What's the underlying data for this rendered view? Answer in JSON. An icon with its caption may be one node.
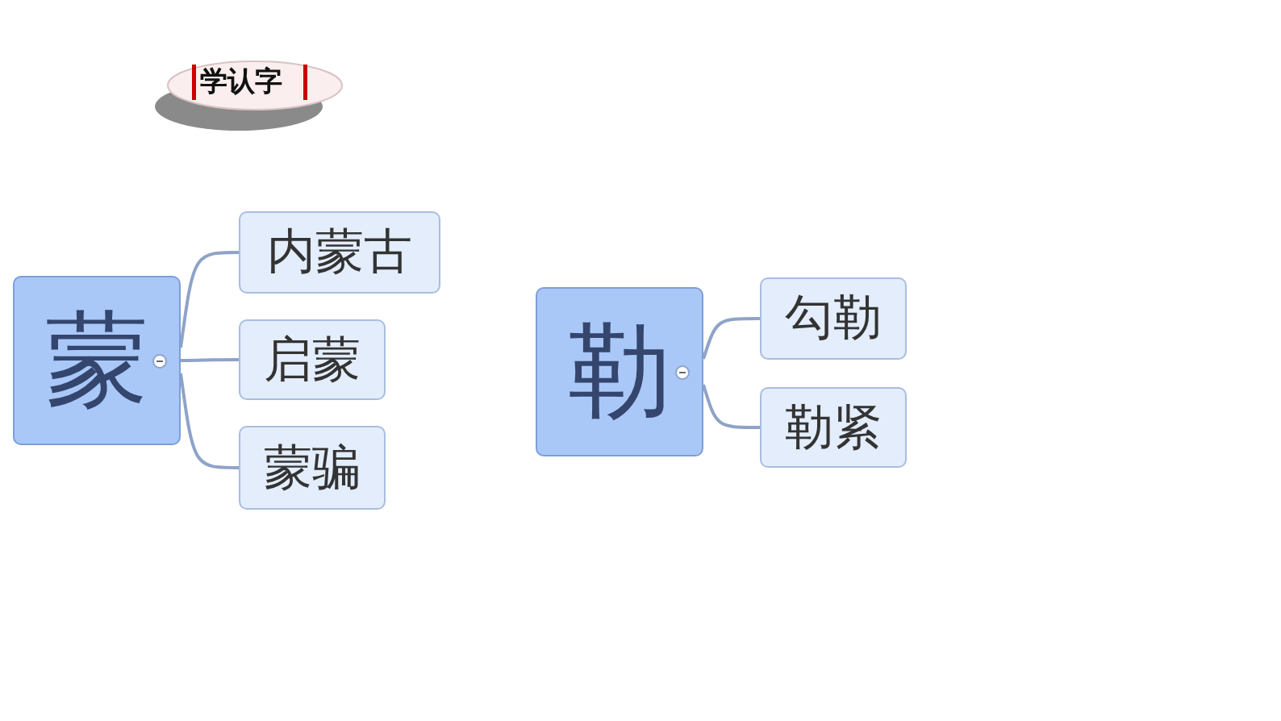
{
  "diagram": {
    "title": "学认字",
    "nodes": [
      {
        "text": [
          "蒙"
        ]
      },
      {
        "text": [
          "内蒙古"
        ]
      },
      {
        "text": [
          "启蒙"
        ]
      },
      {
        "text": [
          "蒙骗"
        ]
      },
      {
        "text": [
          "勒"
        ]
      },
      {
        "text": [
          "勾勒"
        ]
      },
      {
        "text": [
          "勒紧"
        ]
      }
    ],
    "edges": [
      {
        "from": 0,
        "to": 1,
        "arrow": "none"
      },
      {
        "from": 0,
        "to": 2,
        "arrow": "none"
      },
      {
        "from": 0,
        "to": 3,
        "arrow": "none"
      },
      {
        "from": 4,
        "to": 5,
        "arrow": "none"
      },
      {
        "from": 4,
        "to": 6,
        "arrow": "none"
      }
    ]
  }
}
